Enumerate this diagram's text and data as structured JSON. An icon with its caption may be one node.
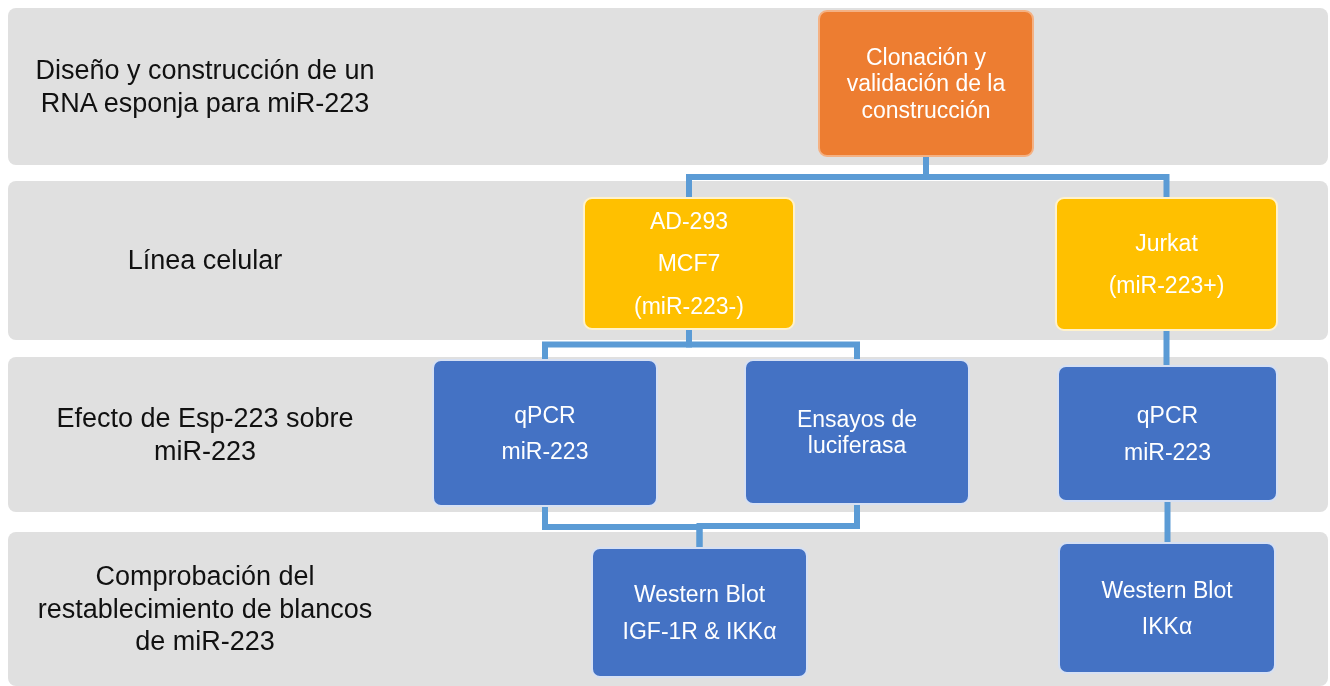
{
  "diagram": {
    "nodes": [
      {
        "text": [
          "Diseño y construcción de un RNA esponja para miR-223"
        ]
      },
      {
        "text": [
          "Clonación y validación de la construcción"
        ],
        "in": 0
      },
      {
        "text": [
          "Línea celular"
        ]
      },
      {
        "text": [
          "AD-293",
          "MCF7",
          "(miR-223-)"
        ],
        "in": 2
      },
      {
        "text": [
          "Jurkat",
          "(miR-223+)"
        ],
        "in": 2
      },
      {
        "text": [
          "Efecto de Esp-223 sobre miR-223"
        ]
      },
      {
        "text": [
          "qPCR",
          "miR-223"
        ],
        "in": 5
      },
      {
        "text": [
          "Ensayos de luciferasa"
        ],
        "in": 5
      },
      {
        "text": [
          "qPCR",
          "miR-223"
        ],
        "in": 5
      },
      {
        "text": [
          "Comprobación del restablecimiento de blancos de miR-223"
        ]
      },
      {
        "text": [
          "Western Blot",
          "IGF-1R & IKKα"
        ],
        "in": 9
      },
      {
        "text": [
          "Western Blot",
          "IKKα"
        ],
        "in": 9
      }
    ],
    "edges": [
      {
        "from": 1,
        "to": 3,
        "arrow": "none"
      },
      {
        "from": 1,
        "to": 4,
        "arrow": "none"
      },
      {
        "from": 3,
        "to": 6,
        "arrow": "none"
      },
      {
        "from": 3,
        "to": 7,
        "arrow": "none"
      },
      {
        "from": 4,
        "to": 8,
        "arrow": "none"
      },
      {
        "from": 6,
        "to": 10,
        "arrow": "none"
      },
      {
        "from": 7,
        "to": 10,
        "arrow": "none"
      },
      {
        "from": 8,
        "to": 11,
        "arrow": "none"
      }
    ]
  }
}
